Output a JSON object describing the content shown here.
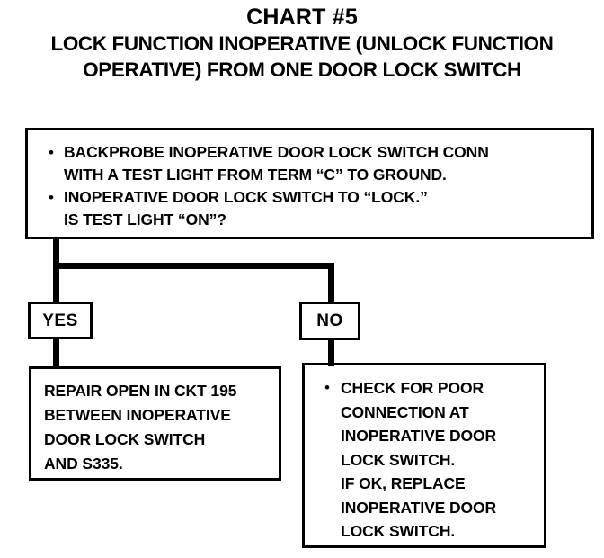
{
  "title": {
    "line1": "CHART #5",
    "line2": "LOCK FUNCTION INOPERATIVE (UNLOCK FUNCTION",
    "line3": "OPERATIVE) FROM ONE DOOR LOCK SWITCH"
  },
  "flowchart": {
    "decision": {
      "bullets": [
        {
          "marker": "•",
          "lines": [
            "BACKPROBE INOPERATIVE DOOR LOCK SWITCH CONN",
            "WITH A TEST LIGHT FROM TERM “C” TO GROUND."
          ]
        },
        {
          "marker": "•",
          "lines": [
            "INOPERATIVE DOOR LOCK SWITCH TO “LOCK.”",
            "IS TEST LIGHT “ON”?"
          ]
        }
      ]
    },
    "branches": {
      "yes": {
        "label": "YES",
        "result": {
          "lines": [
            "REPAIR OPEN IN CKT 195",
            "BETWEEN INOPERATIVE",
            "DOOR LOCK SWITCH",
            "AND S335."
          ]
        }
      },
      "no": {
        "label": "NO",
        "result": {
          "marker": "•",
          "lines": [
            "CHECK FOR POOR",
            "CONNECTION AT",
            "INOPERATIVE DOOR",
            "LOCK SWITCH.",
            "IF OK, REPLACE",
            "INOPERATIVE DOOR",
            "LOCK SWITCH."
          ]
        }
      }
    }
  },
  "colors": {
    "ink": "#000000",
    "paper": "#ffffff"
  }
}
